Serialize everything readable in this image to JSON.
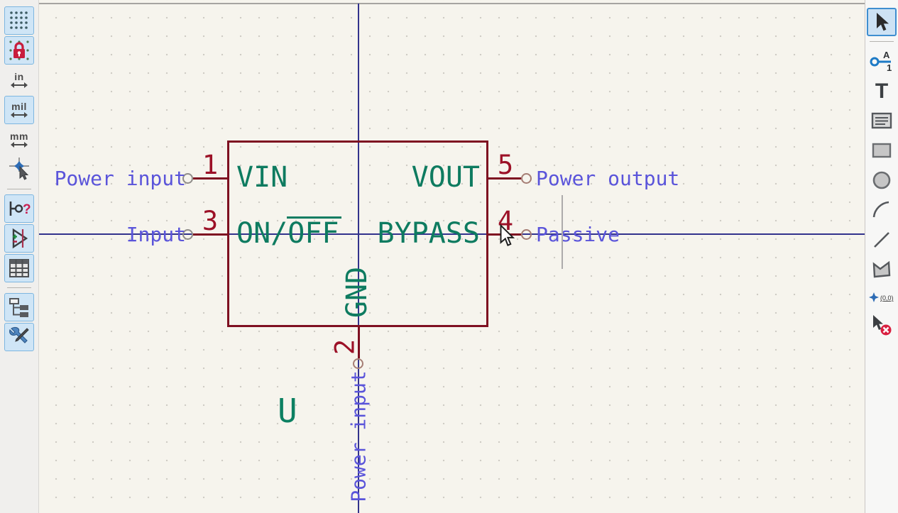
{
  "left_toolbar": {
    "unit_in": "in",
    "unit_mil": "mil",
    "unit_mm": "mm",
    "pin_type_question": "?"
  },
  "right_toolbar": {
    "pin_tool_letter": "A",
    "pin_tool_number": "1",
    "text_tool_label": "T",
    "anchor_label": "(0,0)"
  },
  "symbol": {
    "reference": "U",
    "pins": [
      {
        "number": "1",
        "name": "VIN",
        "type_label": "Power input"
      },
      {
        "number": "3",
        "name_prefix": "ON/",
        "name_overline": "OFF",
        "type_label": "Input"
      },
      {
        "number": "5",
        "name": "VOUT",
        "type_label": "Power output"
      },
      {
        "number": "4",
        "name": "BYPASS",
        "type_label": "Passive"
      },
      {
        "number": "2",
        "name": "GND",
        "type_label": "Power input"
      }
    ]
  },
  "colors": {
    "body_outline": "#7e1021",
    "pin_number": "#9c1127",
    "pin_name": "#0e7b60",
    "pin_type_label": "#5a54da",
    "axis": "#32328c",
    "reference": "#0c8062",
    "canvas_background": "#f6f4ed"
  }
}
